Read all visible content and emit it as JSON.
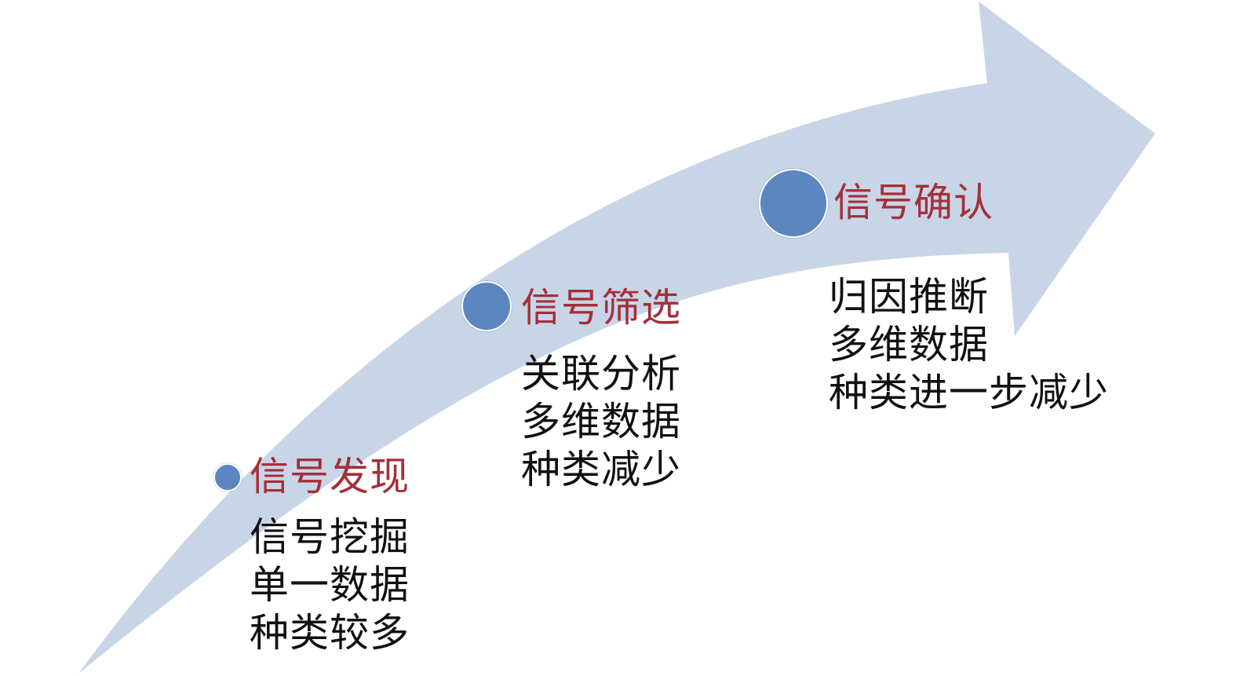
{
  "colors": {
    "arrow_fill": "#c8d5e6",
    "dot_fill": "#5b86c0",
    "title_color": "#a3303a",
    "text_color": "#111111"
  },
  "stages": [
    {
      "title": "信号发现",
      "lines": [
        "信号挖掘",
        "单一数据",
        "种类较多"
      ]
    },
    {
      "title": "信号筛选",
      "lines": [
        "关联分析",
        "多维数据",
        "种类减少"
      ]
    },
    {
      "title": "信号确认",
      "lines": [
        "归因推断",
        "多维数据",
        "种类进一步减少"
      ]
    }
  ]
}
